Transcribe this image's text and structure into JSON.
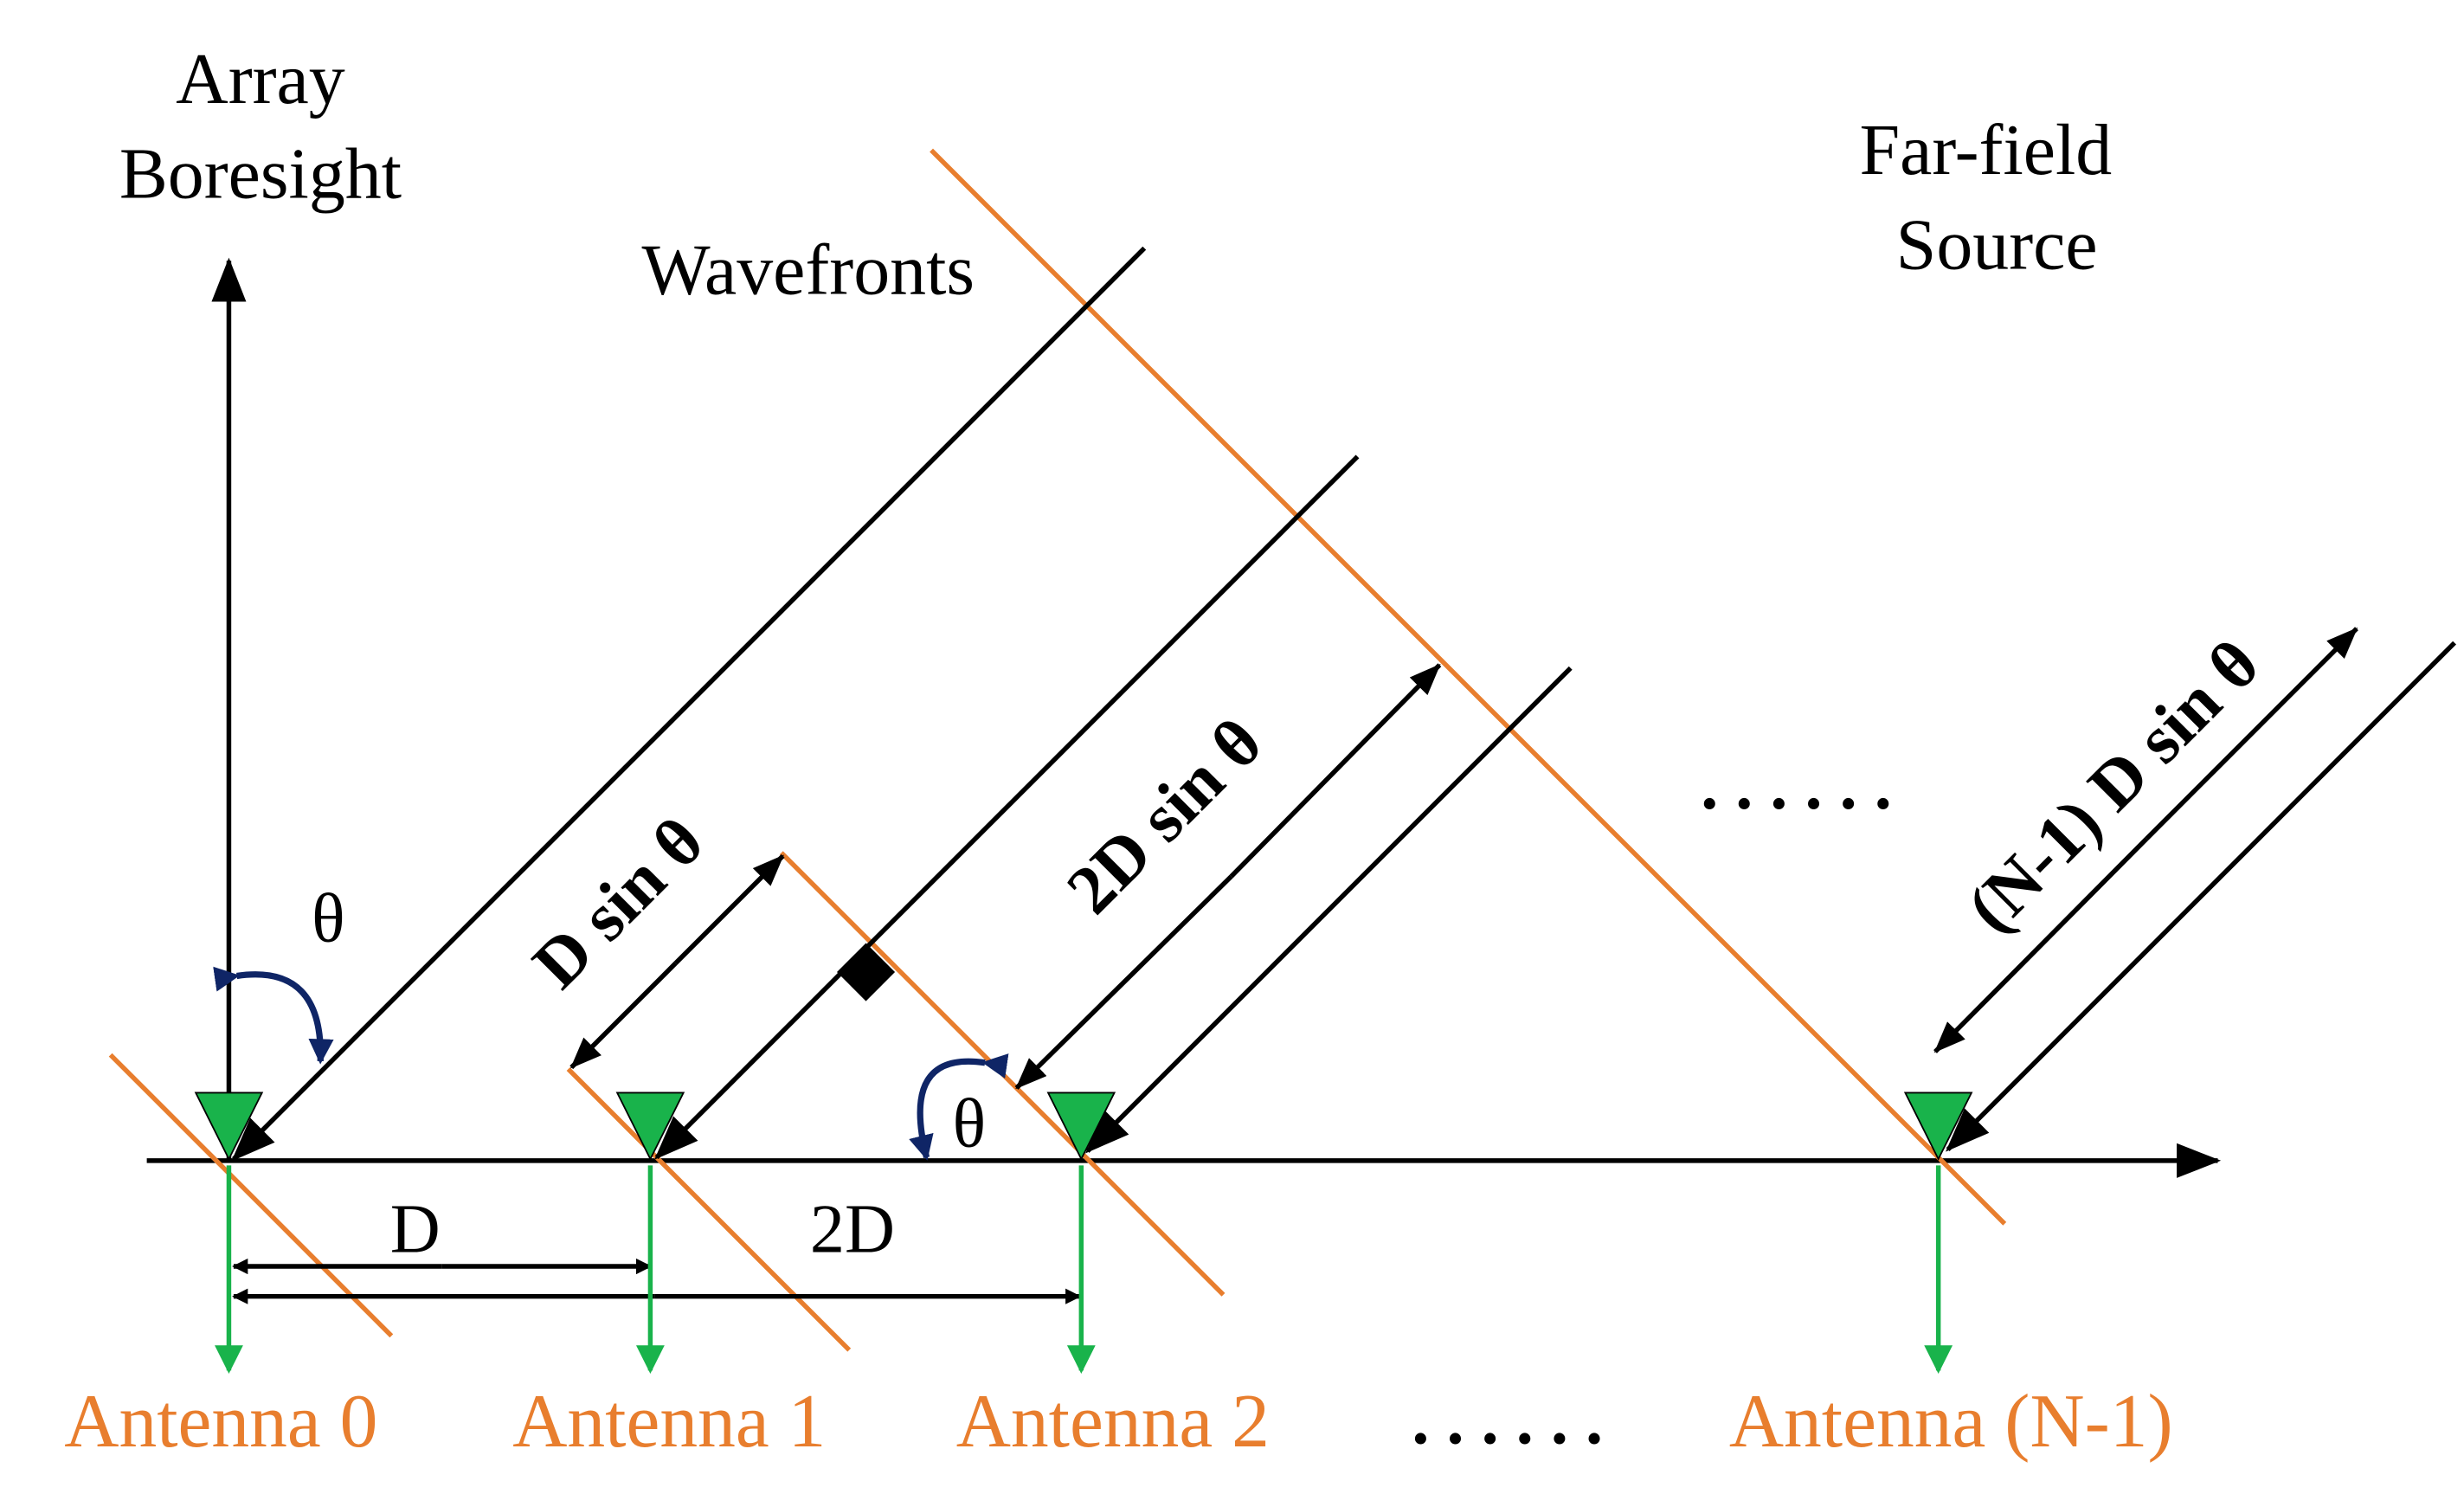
{
  "colors": {
    "black": "#000000",
    "orange": "#E87E2E",
    "green": "#19B34B",
    "navy": "#0F2566"
  },
  "labels": {
    "boresight_line1": "Array",
    "boresight_line2": "Boresight",
    "wavefronts": "Wavefronts",
    "source_line1": "Far-field",
    "source_line2": "Source",
    "theta": "θ",
    "d_sin": "D sin θ",
    "two_d_sin": "2D sin θ",
    "n1_d_sin": "(N-1) D sin θ",
    "spacing_d": "D",
    "spacing_2d": "2D",
    "ellipsis": ". . . . . ."
  },
  "antennas": [
    {
      "label": "Antenna 0"
    },
    {
      "label": "Antenna 1"
    },
    {
      "label": "Antenna 2"
    },
    {
      "label": "Antenna (N-1)"
    }
  ]
}
